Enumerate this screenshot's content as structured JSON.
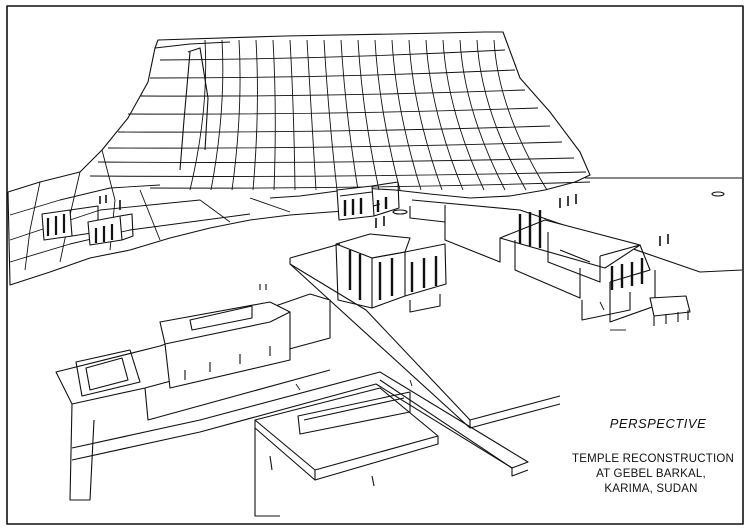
{
  "drawing": {
    "view_label": "PERSPECTIVE",
    "title_lines": [
      "TEMPLE RECONSTRUCTION",
      "AT GEBEL BARKAL,",
      "KARIMA, SUDAN"
    ],
    "line_color": "#111111",
    "paper_color": "#ffffff"
  }
}
